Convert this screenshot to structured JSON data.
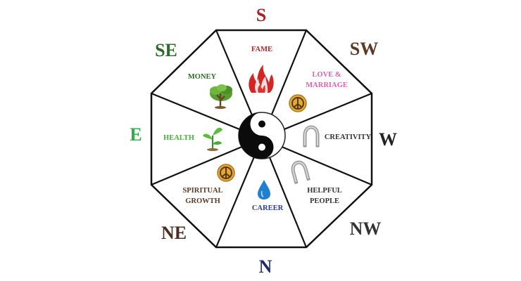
{
  "directions": {
    "south": {
      "label": "S",
      "color": "#a8242b"
    },
    "southwest": {
      "label": "SW",
      "color": "#5a3a22"
    },
    "west": {
      "label": "W",
      "color": "#222222"
    },
    "northwest": {
      "label": "NW",
      "color": "#333333"
    },
    "north": {
      "label": "N",
      "color": "#1f2a6e"
    },
    "northeast": {
      "label": "NE",
      "color": "#4a2e22"
    },
    "east": {
      "label": "E",
      "color": "#2fae4a"
    },
    "southeast": {
      "label": "SE",
      "color": "#2e6b2a"
    }
  },
  "areas": {
    "fame": {
      "label": "FAME",
      "color": "#b8232b",
      "icon": "flame-icon"
    },
    "love": {
      "line1": "LOVE &",
      "line2": "MARRIAGE",
      "color": "#e05fb5",
      "icon": "peace-sign-icon"
    },
    "creativity": {
      "label": "CREATIVITY",
      "color": "#333333",
      "icon": "horseshoe-icon"
    },
    "helpful": {
      "line1": "HELPFUL",
      "line2": "PEOPLE",
      "color": "#333333",
      "icon": "horseshoe-icon"
    },
    "career": {
      "label": "CAREER",
      "color": "#2a3a8e",
      "icon": "water-drop-icon"
    },
    "spiritual": {
      "line1": "SPIRITUAL",
      "line2": "GROWTH",
      "color": "#5a3a22",
      "icon": "peace-sign-icon"
    },
    "health": {
      "label": "HEALTH",
      "color": "#44b23a",
      "icon": "sprout-icon"
    },
    "money": {
      "label": "MONEY",
      "color": "#2e6b2a",
      "icon": "tree-icon"
    }
  },
  "center": {
    "icon": "yin-yang-icon"
  }
}
